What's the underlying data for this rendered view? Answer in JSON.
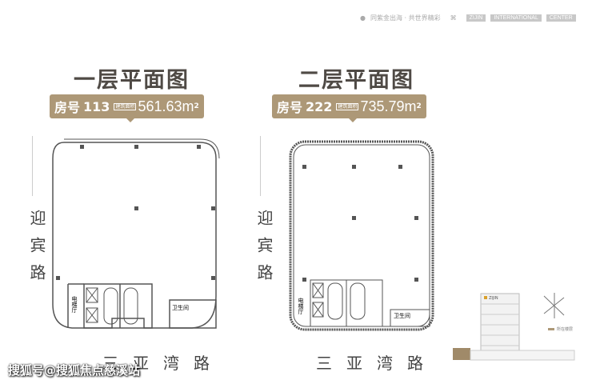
{
  "header": {
    "slogan": "同紫金出海 · 共世界精彩",
    "tags": [
      "ZIJIN",
      "INTERNATIONAL",
      "CENTER"
    ]
  },
  "plans": [
    {
      "title": "一层平面图",
      "room_prefix": "房号",
      "room": "113",
      "area_icon": "建筑面积",
      "area": "561.63m",
      "unit_sup": "2",
      "road_side": "迎宾路",
      "road_bottom": "三亚湾路",
      "elevator": "电梯厅",
      "toilet": "卫生间"
    },
    {
      "title": "二层平面图",
      "room_prefix": "房号",
      "room": "222",
      "area_icon": "建筑面积",
      "area": "735.79m",
      "unit_sup": "2",
      "road_side": "迎宾路",
      "road_bottom": "三亚湾路",
      "elevator": "电梯厅",
      "toilet": "卫生间"
    }
  ],
  "building": {
    "logo": "ZIJIN",
    "legend": "所在楼层",
    "legend_color": "#ad9877"
  },
  "watermark": "搜狐号@搜狐焦点慈溪站"
}
